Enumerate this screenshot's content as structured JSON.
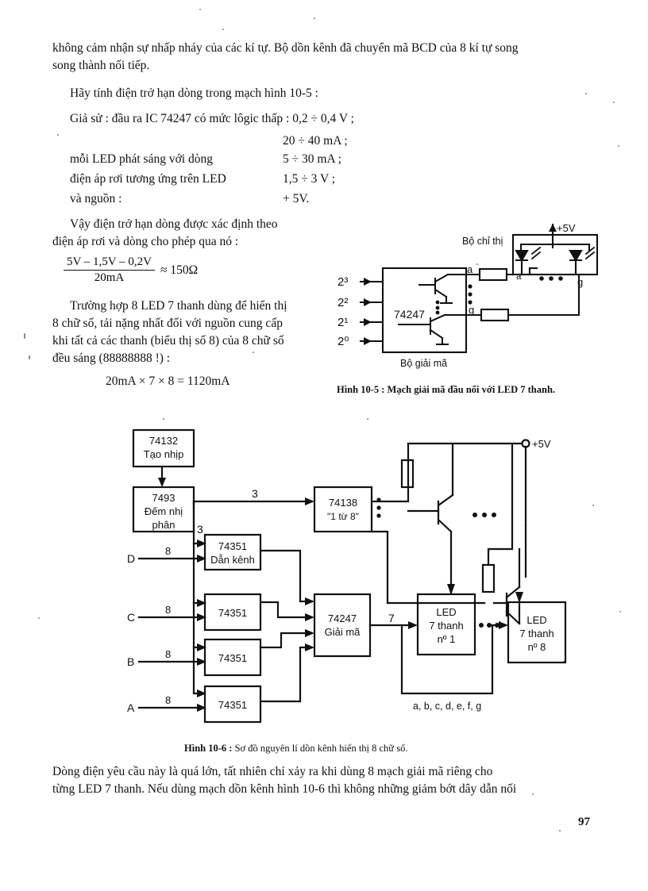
{
  "document": {
    "page_number": "97",
    "language": "vi"
  },
  "body": {
    "p1_line1": "không cảm nhận sự nhấp nháy của các kí tự. Bộ dồn kênh đã chuyển mã BCD của 8 kí tự song",
    "p1_line2": "song thành nối tiếp.",
    "p2": "Hãy tính điện trở hạn dòng trong mạch hình 10-5 :",
    "p3": "Giả sử : đầu ra IC 74247 có mức lôgic thấp : 0,2 ÷ 0,4 V ;",
    "val_line0": "20 ÷ 40 mA ;",
    "spec_rows": [
      {
        "label": "mỗi LED phát sáng với dòng",
        "value": "5 ÷ 30 mA ;"
      },
      {
        "label": "điện áp rơi tương ứng trên LED",
        "value": "1,5 ÷ 3 V ;"
      },
      {
        "label": "và nguồn :",
        "value": "+ 5V."
      }
    ],
    "p4_line1": "Vậy điện trở hạn dòng được xác định theo",
    "p4_line2": "điện áp rơi và dòng cho phép qua nó :",
    "formula": {
      "numerator": "5V – 1,5V – 0,2V",
      "denominator": "20mA",
      "result": "≈ 150Ω"
    },
    "p5_line1": "Trường hợp 8 LED 7 thanh dùng để hiển thị",
    "p5_line2": "8 chữ số, tải nặng nhất đối với nguồn cung cấp",
    "p5_line3": "khi tất cả các thanh (biểu thị số 8) của 8 chữ số",
    "p5_line4": "đều sáng (88888888 !) :",
    "calc": "20mA × 7 × 8 = 1120mA",
    "p6_line1": "Dòng điện yêu cầu này là quá lớn, tất nhiên chỉ xảy ra khi dùng 8 mạch giải mã riêng cho",
    "p6_line2": "từng LED 7 thanh. Nếu dùng mạch dồn kênh hình 10-6 thì không những giảm bớt dây dẫn nối"
  },
  "figure_10_5": {
    "caption": "Hình 10-5 : Mạch giải mã đầu nối với LED 7 thanh.",
    "chip_label": "74247",
    "chip_sublabel": "Bộ giải mã",
    "display_label": "Bộ chỉ thị",
    "supply_label": "+5V",
    "inputs": [
      "2³",
      "2²",
      "2¹",
      "2⁰"
    ],
    "outputs": [
      "a",
      "g"
    ],
    "display_pins": [
      "a",
      "g"
    ],
    "ellipsis": "•  •  •"
  },
  "figure_10_6": {
    "caption_bold": "Hình 10-6 :",
    "caption_rest": " Sơ đồ nguyên lí dồn kênh hiển thị 8 chữ số.",
    "blocks": [
      {
        "id": "clock",
        "line1": "74132",
        "line2": "Tạo nhịp",
        "line3": ""
      },
      {
        "id": "counter",
        "line1": "7493",
        "line2": "Đếm nhị",
        "line3": "phân"
      },
      {
        "id": "mux1",
        "line1": "74351",
        "line2": "Dẫn kênh",
        "line3": ""
      },
      {
        "id": "mux2",
        "line1": "74351",
        "line2": "",
        "line3": ""
      },
      {
        "id": "mux3",
        "line1": "74351",
        "line2": "",
        "line3": ""
      },
      {
        "id": "mux4",
        "line1": "74351",
        "line2": "",
        "line3": ""
      },
      {
        "id": "demux",
        "line1": "74138",
        "line2": "\"1 từ 8\"",
        "line3": ""
      },
      {
        "id": "decoder",
        "line1": "74247",
        "line2": "Giải mã",
        "line3": ""
      },
      {
        "id": "led1",
        "line1": "LED",
        "line2": "7 thanh",
        "line3": "nº 1"
      },
      {
        "id": "led8",
        "line1": "LED",
        "line2": "7 thanh",
        "line3": "nº 8"
      }
    ],
    "inputs": [
      "D",
      "C",
      "B",
      "A"
    ],
    "bus_widths": {
      "data": "8",
      "counter_demux": "3",
      "counter_mux": "3",
      "decoder_out": "7"
    },
    "supply_label": "+5V",
    "segment_label": "a, b, c, d, e, f, g",
    "ellipsis": "• • •"
  }
}
